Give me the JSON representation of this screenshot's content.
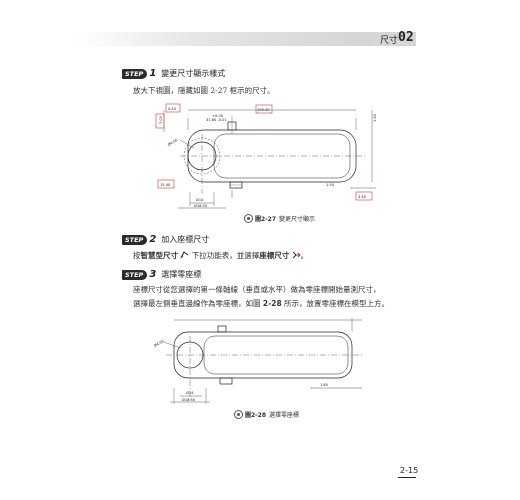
{
  "header": {
    "chapter_label": "尺寸",
    "chapter_number": "02"
  },
  "step_word": "STEP",
  "steps": [
    {
      "number": "1",
      "title": "變更尺寸顯示樣式"
    },
    {
      "number": "2",
      "title": "加入座標尺寸"
    },
    {
      "number": "3",
      "title": "選擇零座標"
    }
  ],
  "step1_text": "放大下視圖，隱藏如圖 2-27 框示的尺寸。",
  "figure1": {
    "caption_number": "圖2-27",
    "caption_text": "變更尺寸顯示",
    "dims": {
      "top_left": "0.40",
      "top_right": "105.40",
      "tol_upper": "+0.05",
      "tol_lower": "31.60 -0.01",
      "left_vertical": "7.00",
      "right_vertical": "1.50",
      "diameter": "Ø4.00",
      "left_box": "15.40",
      "bottom_mid": "1.50",
      "bottom_right": "3.40",
      "phi_small": "Ø14",
      "phi_large": "Ø18.50"
    }
  },
  "step2_text": {
    "prefix": "按",
    "bold1": "智慧型尺寸",
    "middle": "下拉功能表，並選擇",
    "bold2": "座標尺寸",
    "suffix": "。"
  },
  "step3_text": {
    "line1": "座標尺寸從您選擇的第一條軸線（垂直或水平）做為零座標開始量測尺寸，",
    "line2_prefix": "選擇最左側垂直邊線作為零座標，如圖 ",
    "line2_fig": "2-28",
    "line2_suffix": " 所示，放置零座標在模型上方。"
  },
  "figure2": {
    "caption_number": "圖2-28",
    "caption_text": "選擇零座標",
    "dims": {
      "diameter": "Ø4.00",
      "bottom_right": "1.60",
      "phi_small": "Ø14",
      "phi_large": "Ø18.50"
    }
  },
  "page_number": "2-15"
}
